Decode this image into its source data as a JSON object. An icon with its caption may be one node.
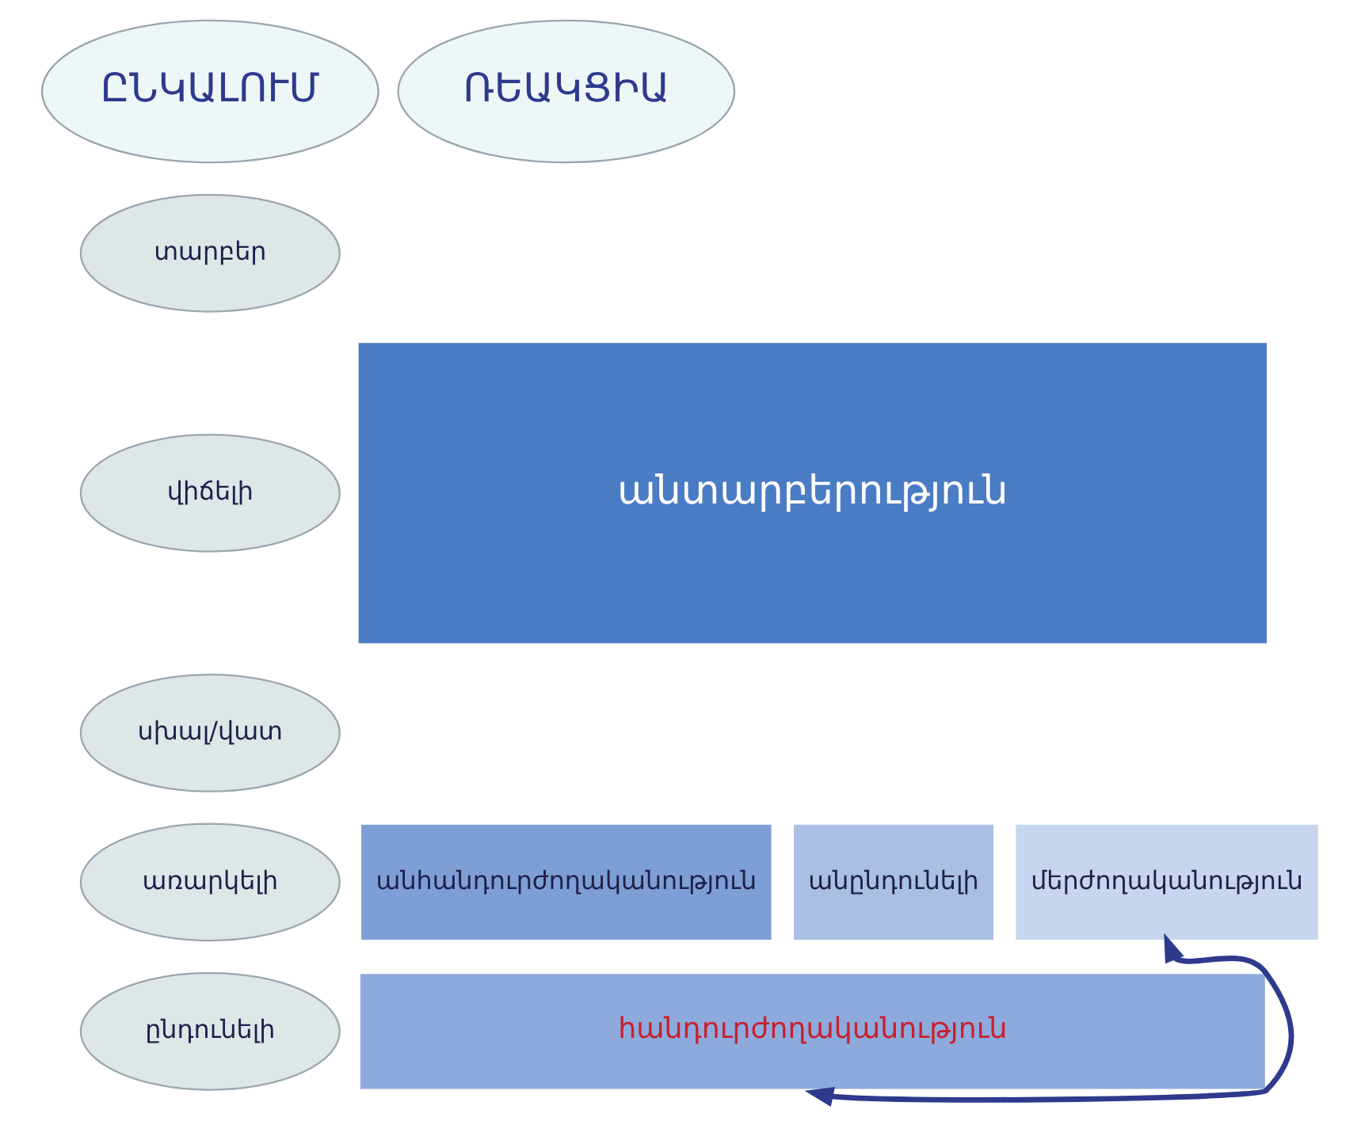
{
  "diagram": {
    "nodes": [
      {
        "text": [
          "ԸՆԿԱԼՈՒՄ"
        ]
      },
      {
        "text": [
          "ՌԵԱԿՑԻԱ"
        ]
      },
      {
        "text": [
          "տարբեր"
        ]
      },
      {
        "text": [
          "վիճելի"
        ]
      },
      {
        "text": [
          "սխալ/վատ"
        ]
      },
      {
        "text": [
          "առարկելի"
        ]
      },
      {
        "text": [
          "ընդունելի"
        ]
      },
      {
        "text": [
          "անտարբերություն"
        ]
      },
      {
        "text": [
          "անհանդուրժողականություն"
        ]
      },
      {
        "text": [
          "անընդունելի"
        ]
      },
      {
        "text": [
          "մերժողականություն"
        ]
      },
      {
        "text": [
          "հանդուրժողականություն"
        ]
      }
    ],
    "edges": [
      {
        "from": 11,
        "to": 10,
        "arrow": "both"
      }
    ]
  }
}
